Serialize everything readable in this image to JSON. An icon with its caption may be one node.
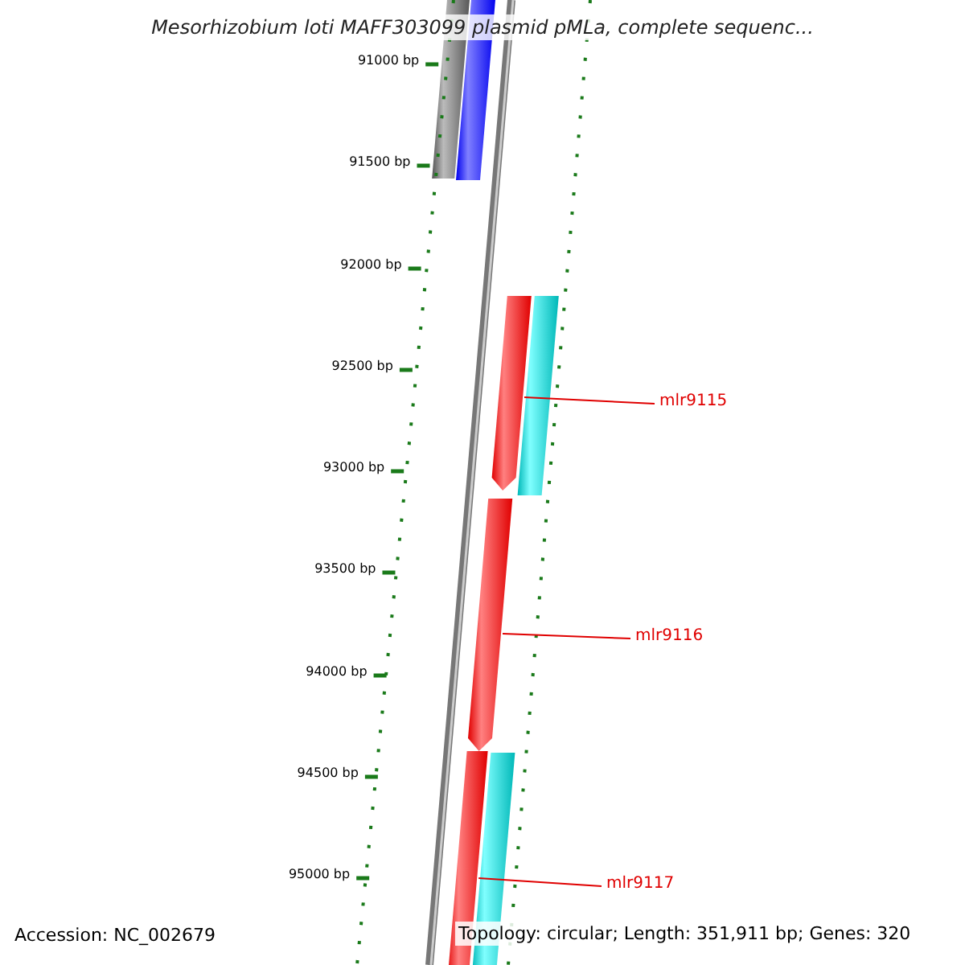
{
  "diagram": {
    "title": "Mesorhizobium loti MAFF303099 plasmid pMLa, complete sequenc...",
    "nodes": [
      {
        "text": [
          "mlr9115"
        ]
      },
      {
        "text": [],
        "shape": "bar"
      },
      {
        "text": [
          "mlr9116"
        ]
      },
      {
        "text": [],
        "shape": "bar"
      },
      {
        "text": [
          "mlr9117"
        ]
      },
      {
        "text": [],
        "shape": "bar"
      }
    ],
    "edges": [
      {
        "from": 0,
        "to": 1,
        "arrow": "none"
      },
      {
        "from": 2,
        "to": 3,
        "arrow": "none"
      },
      {
        "from": 4,
        "to": 5,
        "arrow": "none"
      }
    ],
    "labels": [
      "91000 bp",
      "91500 bp",
      "92000 bp",
      "92500 bp",
      "93000 bp",
      "93500 bp",
      "94000 bp",
      "94500 bp",
      "95000 bp",
      "Accession: NC_002679",
      "Topology: circular; Length: 351,911 bp; Genes: 320"
    ]
  }
}
